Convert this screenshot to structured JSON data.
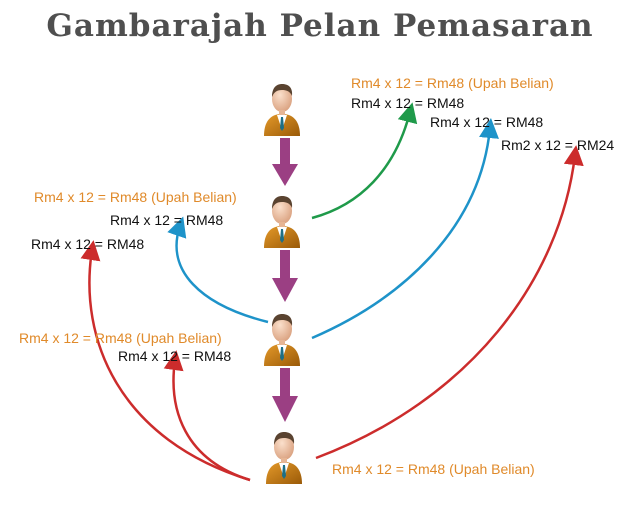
{
  "title": "Gambarajah Pelan Pemasaran",
  "colors": {
    "title": "#4f4f4f",
    "purchase_label": "#e08a2a",
    "commission_label": "#111111",
    "down_arrow": "#9b3f83",
    "arrow_green": "#1f9a4a",
    "arrow_blue": "#1e93c9",
    "arrow_red": "#cc2c2c",
    "person_suit": "#c67a12",
    "person_skin": "#f2c8a8",
    "person_hair": "#5a4330"
  },
  "people": [
    {
      "level": 1,
      "icon": "person-icon"
    },
    {
      "level": 2,
      "icon": "person-icon"
    },
    {
      "level": 3,
      "icon": "person-icon"
    },
    {
      "level": 4,
      "icon": "person-icon"
    }
  ],
  "labels": {
    "level1_purchase": "Rm4 x 12 = Rm48 (Upah Belian)",
    "level1_from_l2": "Rm4 x 12 = RM48",
    "level1_from_l3": "Rm4 x 12 = RM48",
    "level1_from_l4": "Rm2 x 12 = RM24",
    "level2_purchase": "Rm4 x 12 = Rm48 (Upah Belian)",
    "level2_from_l3": "Rm4 x 12 = RM48",
    "level2_from_l4": "Rm4 x 12 = RM48",
    "level3_purchase": "Rm4 x 12 = Rm48 (Upah Belian)",
    "level3_from_l4": "Rm4 x 12 = RM48",
    "level4_purchase": "Rm4 x 12 = Rm48 (Upah Belian)"
  }
}
